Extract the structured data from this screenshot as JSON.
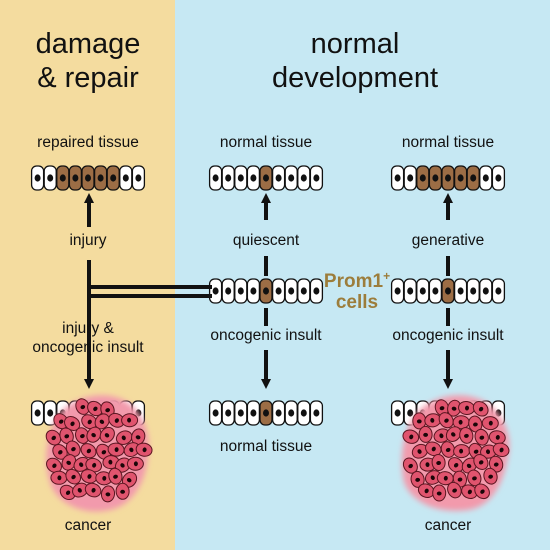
{
  "colors": {
    "left_panel": "#f4dc9f",
    "right_panel": "#c6e8f3",
    "prom_label": "#9c7d3b",
    "brown_cell": "#9c6d45",
    "cancer_cell": "#e0546e"
  },
  "left_panel": {
    "heading_line1": "damage",
    "heading_line2": "& repair",
    "top_label": "repaired tissue",
    "arrow_up_label": "injury",
    "arrow_down_label_line1": "injury &",
    "arrow_down_label_line2": "oncogenic insult",
    "bottom_label": "cancer"
  },
  "right_panel": {
    "heading_line1": "normal",
    "heading_line2": "development",
    "column_quiescent": {
      "top_label": "normal tissue",
      "arrow_up_label": "quiescent",
      "arrow_down_label": "oncogenic insult",
      "bottom_label": "normal tissue"
    },
    "column_generative": {
      "top_label": "normal tissue",
      "arrow_up_label": "generative",
      "arrow_down_label": "oncogenic insult",
      "bottom_label": "cancer"
    }
  },
  "center_label": {
    "line1": "Prom1",
    "superscript": "+",
    "line2": "cells"
  }
}
